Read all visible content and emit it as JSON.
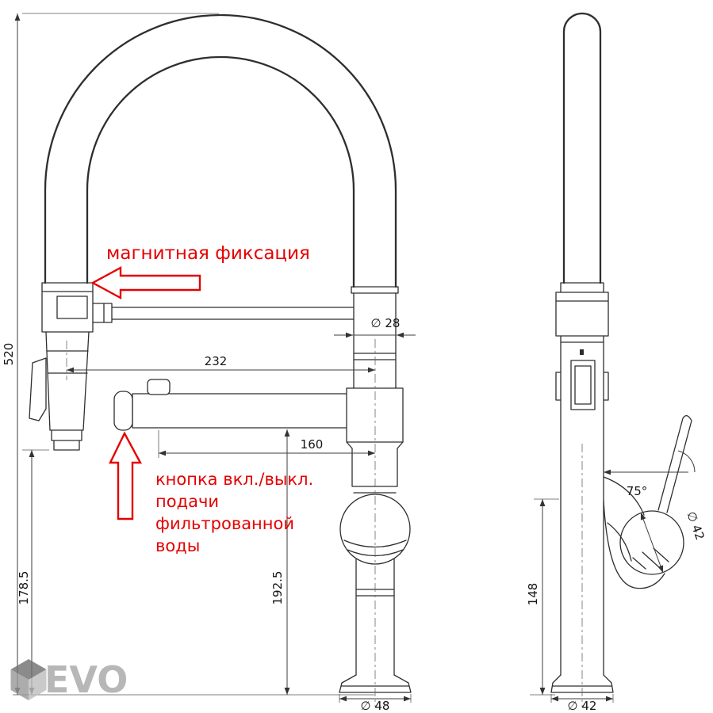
{
  "drawing": {
    "dims": {
      "total_height": "520",
      "spout_reach": "232",
      "filter_outlet_offset": "160",
      "spray_head_height": "178.5",
      "spout_height": "192.5",
      "pipe_diameter": "∅ 28",
      "base_diameter_front": "∅ 48",
      "body_height_side": "148",
      "handle_angle": "75°",
      "handle_diameter": "∅ 42",
      "base_diameter_side": "∅ 42"
    },
    "annotations": {
      "magnetic": "магнитная фиксация",
      "filter_button_lines": [
        "кнопка вкл./выкл.",
        "подачи",
        "фильтрованной",
        "воды"
      ]
    },
    "watermark": "EVO",
    "colors": {
      "line": "#2e2e2e",
      "annotation": "#e60000",
      "watermark": "#a6a6a6",
      "background": "#ffffff"
    }
  }
}
